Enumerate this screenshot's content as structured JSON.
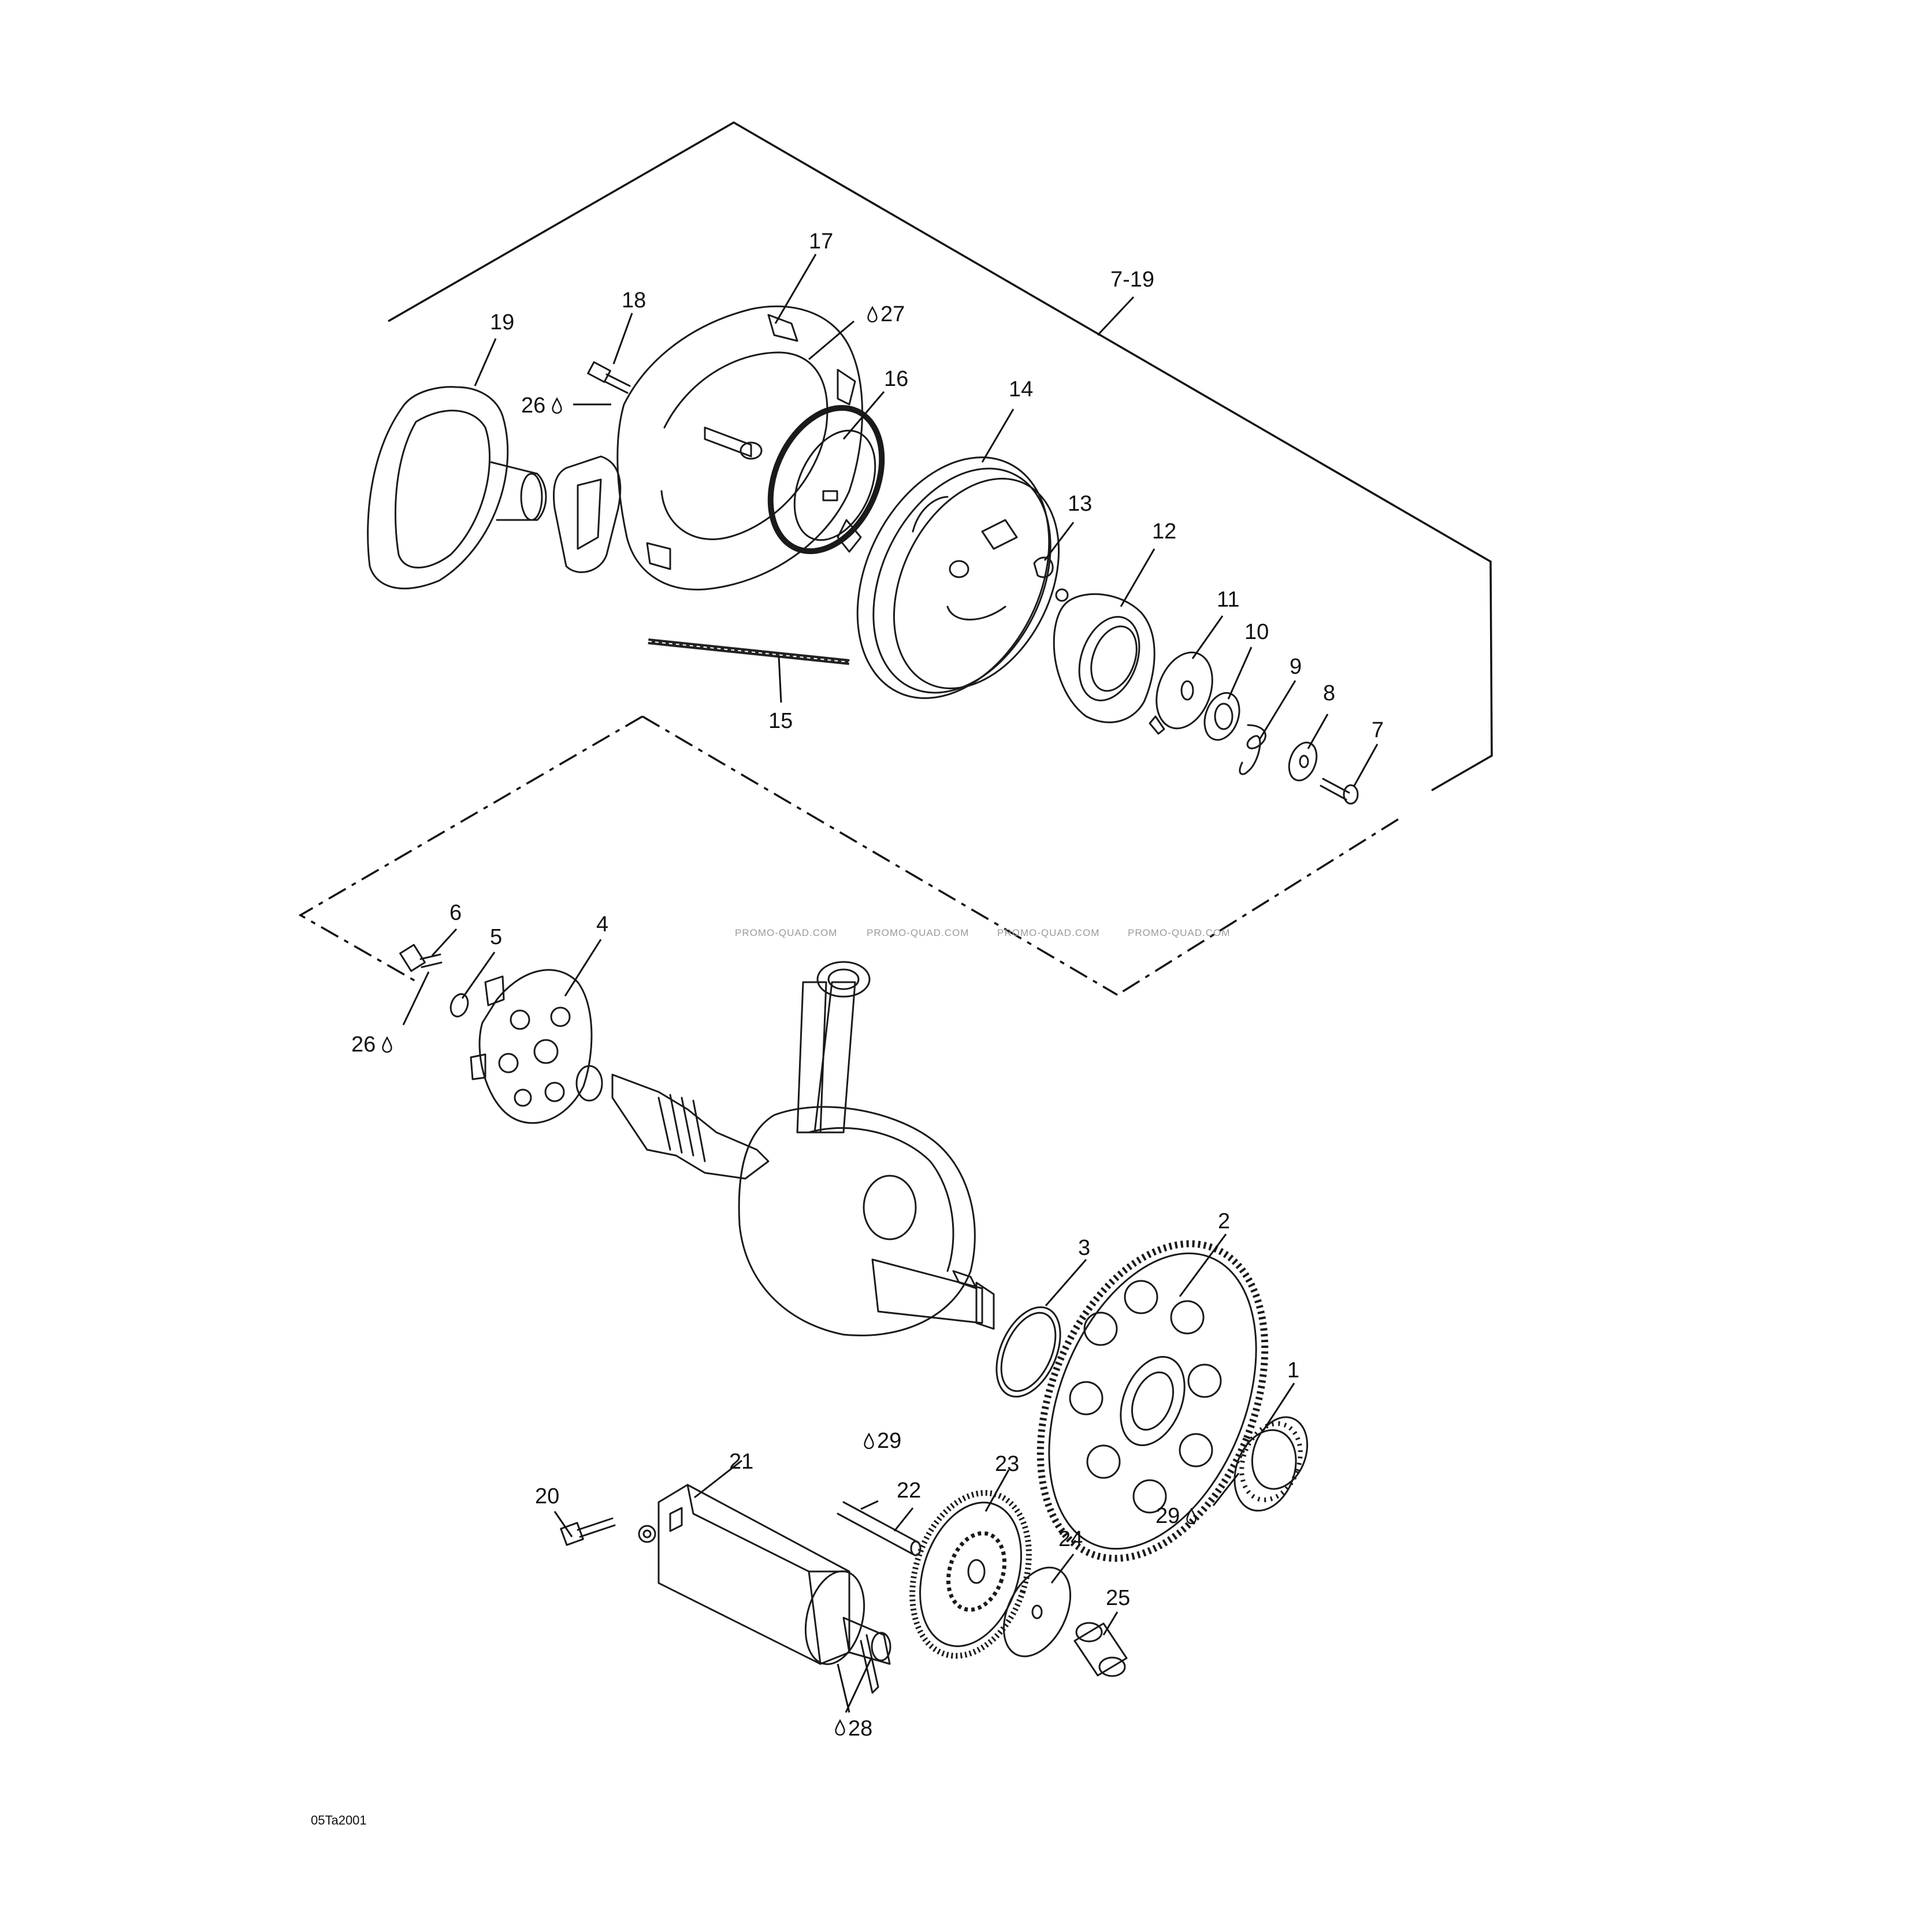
{
  "drawing_code": "05Ta2001",
  "watermark": "PROMO-QUAD.COM",
  "group_label": "7-19",
  "callouts": [
    {
      "num": "1"
    },
    {
      "num": "2"
    },
    {
      "num": "3"
    },
    {
      "num": "4"
    },
    {
      "num": "5"
    },
    {
      "num": "6"
    },
    {
      "num": "7"
    },
    {
      "num": "8"
    },
    {
      "num": "9"
    },
    {
      "num": "10"
    },
    {
      "num": "11"
    },
    {
      "num": "12"
    },
    {
      "num": "13"
    },
    {
      "num": "14"
    },
    {
      "num": "15"
    },
    {
      "num": "16"
    },
    {
      "num": "17"
    },
    {
      "num": "18"
    },
    {
      "num": "19"
    },
    {
      "num": "20"
    },
    {
      "num": "21"
    },
    {
      "num": "22"
    },
    {
      "num": "23"
    },
    {
      "num": "24"
    },
    {
      "num": "25"
    },
    {
      "num": "26",
      "note": "lubricant"
    },
    {
      "num": "27",
      "note": "lubricant"
    },
    {
      "num": "28",
      "note": "lubricant"
    },
    {
      "num": "29",
      "note": "lubricant"
    }
  ],
  "icons": {
    "lubricant": "drop-icon"
  }
}
